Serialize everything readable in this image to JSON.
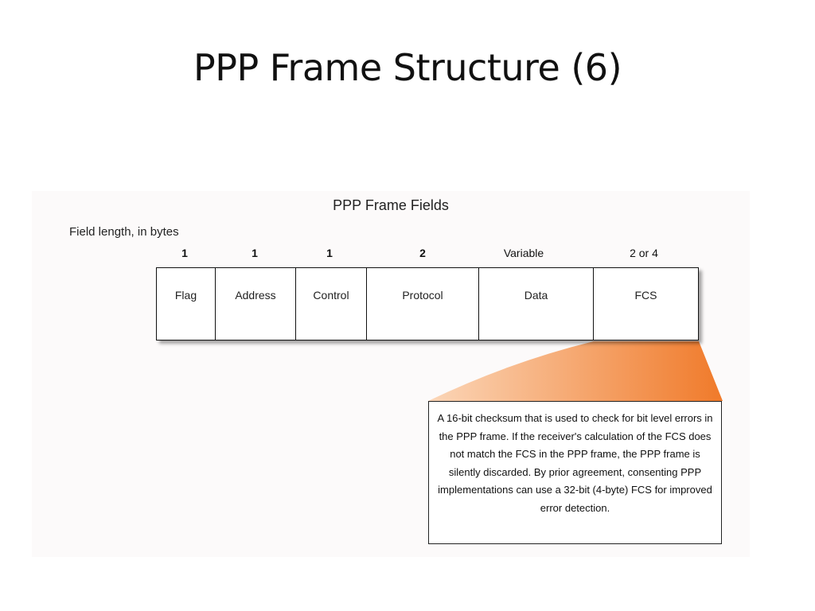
{
  "slide": {
    "title": "PPP Frame Structure (6)"
  },
  "diagram": {
    "title": "PPP Frame Fields",
    "field_length_label": "Field length, in bytes",
    "fields": [
      {
        "name": "Flag",
        "length": "1"
      },
      {
        "name": "Address",
        "length": "1"
      },
      {
        "name": "Control",
        "length": "1"
      },
      {
        "name": "Protocol",
        "length": "2"
      },
      {
        "name": "Data",
        "length": "Variable"
      },
      {
        "name": "FCS",
        "length": "2 or 4"
      }
    ],
    "callout_text": "A 16-bit checksum that is used to check for bit level errors in the PPP frame. If the receiver's calculation of the FCS does not match the FCS in the PPP frame, the PPP frame is silently discarded.  By prior agreement, consenting PPP implementations can use a 32-bit (4-byte) FCS for improved error detection.",
    "colors": {
      "callout_gradient_light": "#fbd6b8",
      "callout_gradient_dark": "#f07a2a"
    }
  }
}
